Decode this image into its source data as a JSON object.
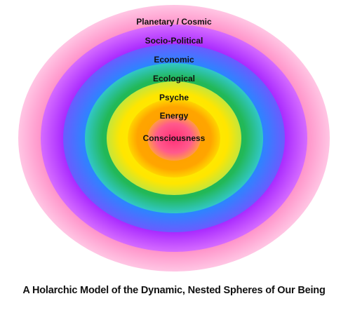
{
  "diagram": {
    "rings": [
      {
        "label": "Planetary / Cosmic",
        "color": "#ff4fa6"
      },
      {
        "label": "Socio-Political",
        "color": "#a81bff"
      },
      {
        "label": "Economic",
        "color": "#1f7bff"
      },
      {
        "label": "Ecological",
        "color": "#16b04b"
      },
      {
        "label": "Psyche",
        "color": "#ffe400"
      },
      {
        "label": "Energy",
        "color": "#ff8a00"
      },
      {
        "label": "Consciousness",
        "color": "#ff4a86"
      }
    ],
    "caption": "A Holarchic Model of the Dynamic, Nested Spheres of Our Being"
  }
}
